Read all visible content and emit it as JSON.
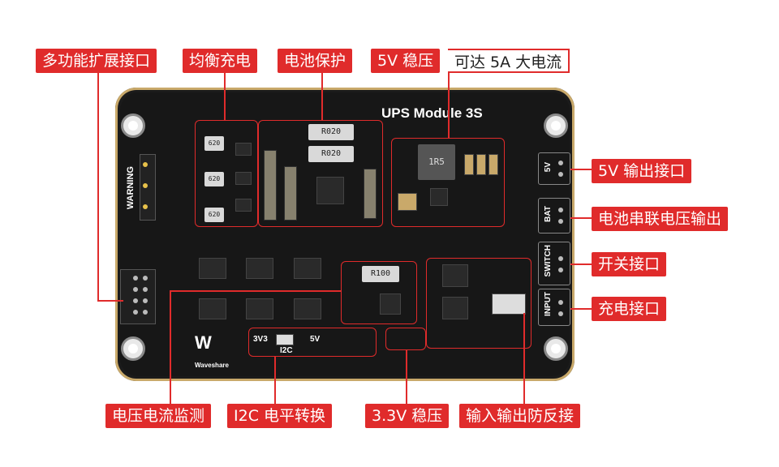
{
  "labels": {
    "multi": "多功能扩展接口",
    "balance": "均衡充电",
    "battery_protect": "电池保护",
    "reg_5v": "5V 稳压",
    "reg_5v_note": "可达 5A 大电流",
    "out_5v": "5V 输出接口",
    "bat_series": "电池串联电压输出",
    "switch_port": "开关接口",
    "charge_port": "充电接口",
    "monitor": "电压电流监测",
    "i2c_level": "I2C 电平转换",
    "reg_3v3": "3.3V 稳压",
    "reverse": "输入输出防反接"
  },
  "board": {
    "title": "UPS Module 3S",
    "brand": "Waveshare",
    "warning": "WARNING",
    "port_5v": "5V",
    "port_bat": "BAT",
    "port_switch": "SWITCH",
    "port_input": "INPUT",
    "silk_3v3": "3V3",
    "silk_5v": "5V",
    "silk_i2c": "I2C",
    "r020_a": "R020",
    "r020_b": "R020",
    "inductor": "1R5",
    "r100": "R100",
    "res_620_a": "620",
    "res_620_b": "620",
    "res_620_c": "620"
  }
}
